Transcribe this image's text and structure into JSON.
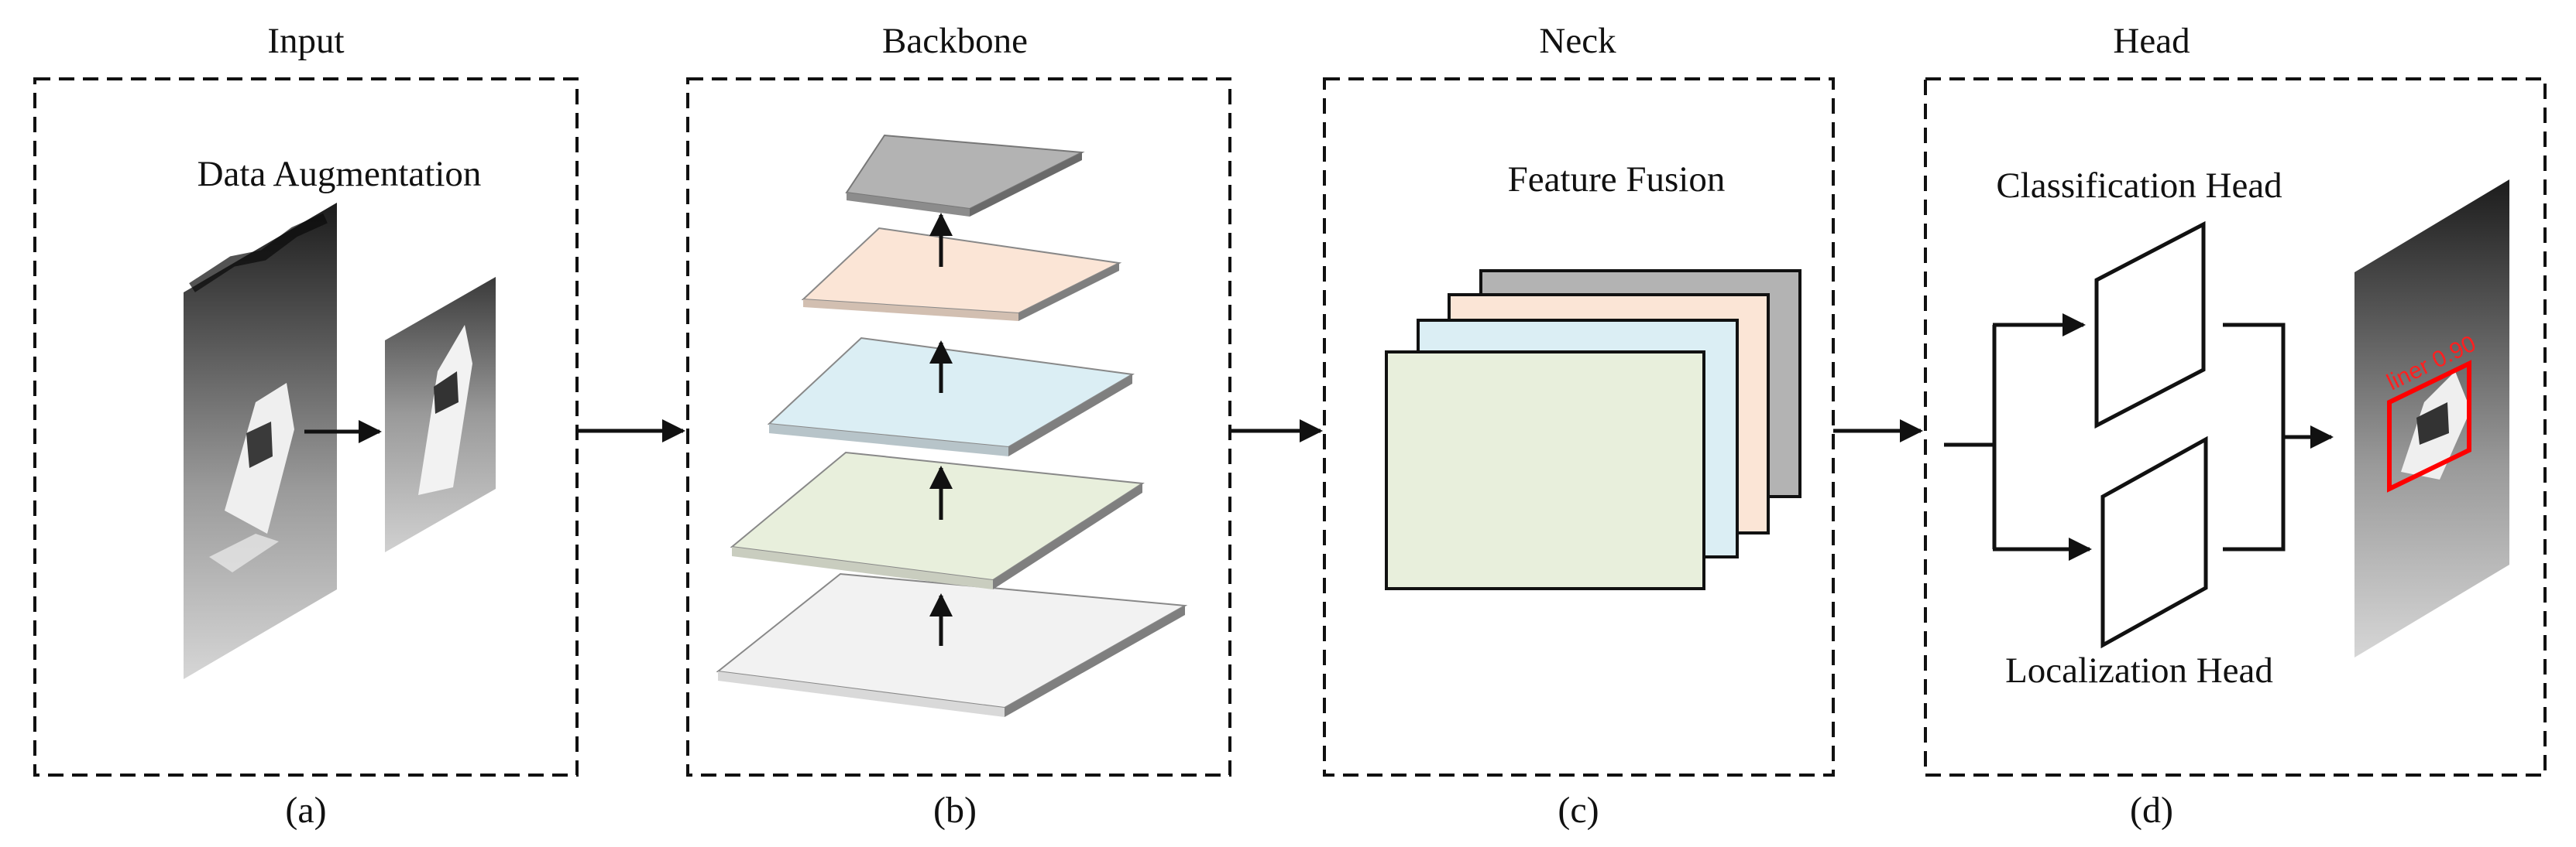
{
  "panels": {
    "input": {
      "title": "Input",
      "caption": "(a)",
      "label": "Data Augmentation"
    },
    "backbone": {
      "title": "Backbone",
      "caption": "(b)"
    },
    "neck": {
      "title": "Neck",
      "caption": "(c)",
      "label": "Feature Fusion"
    },
    "head": {
      "title": "Head",
      "caption": "(d)",
      "classification_label": "Classification Head",
      "localization_label": "Localization Head",
      "detection_text": "liner 0.90"
    }
  },
  "colors": {
    "layer_gray": "#b3b3b3",
    "layer_peach": "#fbe5d6",
    "layer_blue": "#dbeef4",
    "layer_green": "#e8efdc",
    "layer_white": "#f2f2f2",
    "detection_box": "#ff0000"
  }
}
